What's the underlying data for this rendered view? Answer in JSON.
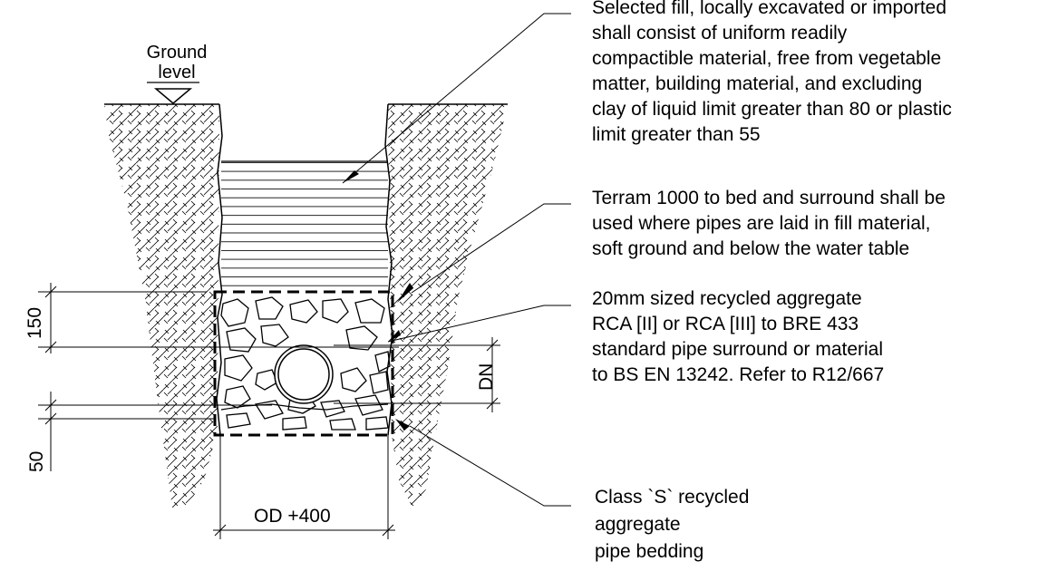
{
  "ground_level": {
    "line1": "Ground",
    "line2": "level"
  },
  "notes": {
    "fill": [
      "Selected fill, locally excavated or imported",
      "shall consist of uniform readily",
      "compactible material, free from vegetable",
      "matter, building material, and excluding",
      "clay of liquid limit greater than 80 or plastic",
      "limit greater than 55"
    ],
    "terram": [
      "Terram 1000 to bed and surround shall be",
      "used where pipes are laid in fill material,",
      "soft ground and below the water table"
    ],
    "aggregate": [
      "20mm sized recycled aggregate",
      "RCA [II] or RCA [III] to BRE 433",
      "standard pipe surround or material",
      "to BS EN 13242. Refer to R12/667"
    ],
    "bedding": [
      "Class `S` recycled",
      "aggregate",
      "pipe bedding"
    ]
  },
  "dimensions": {
    "surround_top": "150",
    "bedding": "50",
    "pipe": "DN",
    "trench_width": "OD +400"
  }
}
